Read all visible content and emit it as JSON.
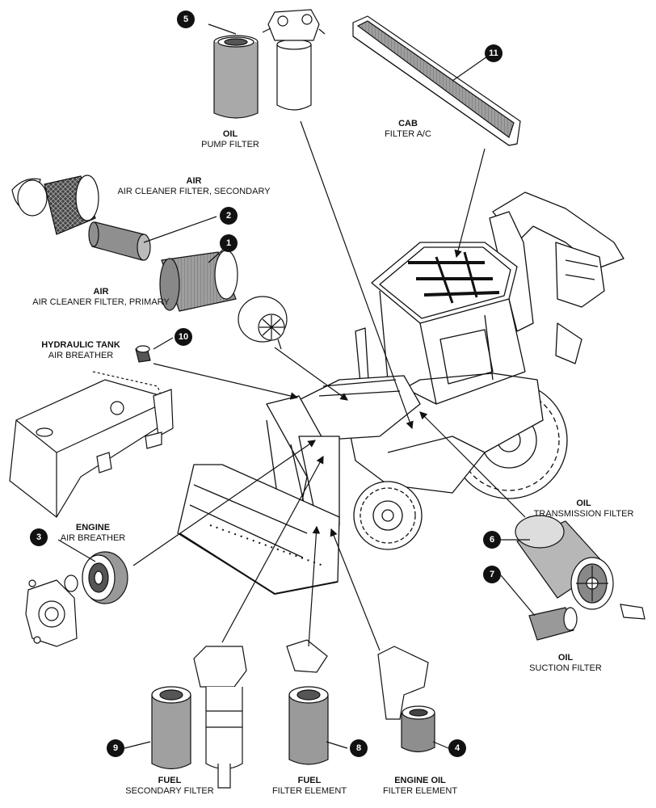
{
  "callouts": [
    {
      "num": "1",
      "title": "AIR",
      "subtitle": "AIR CLEANER FILTER, PRIMARY"
    },
    {
      "num": "2",
      "title": "AIR",
      "subtitle": "AIR CLEANER FILTER, SECONDARY"
    },
    {
      "num": "3",
      "title": "ENGINE",
      "subtitle": "AIR BREATHER"
    },
    {
      "num": "4",
      "title": "ENGINE OIL",
      "subtitle": "FILTER ELEMENT"
    },
    {
      "num": "5",
      "title": "OIL",
      "subtitle": "PUMP FILTER"
    },
    {
      "num": "6",
      "title": "OIL",
      "subtitle": "TRANSMISSION FILTER"
    },
    {
      "num": "7",
      "title": "OIL",
      "subtitle": "SUCTION FILTER"
    },
    {
      "num": "8",
      "title": "FUEL",
      "subtitle": "FILTER ELEMENT"
    },
    {
      "num": "9",
      "title": "FUEL",
      "subtitle": "SECONDARY FILTER"
    },
    {
      "num": "10",
      "title": "HYDRAULIC TANK",
      "subtitle": "AIR BREATHER"
    },
    {
      "num": "11",
      "title": "CAB",
      "subtitle": "FILTER A/C"
    }
  ],
  "colors": {
    "line": "#111111",
    "filter_media": "#a9a9a9",
    "body_fill": "#ffffff",
    "dark_fill": "#3a3a3a"
  }
}
